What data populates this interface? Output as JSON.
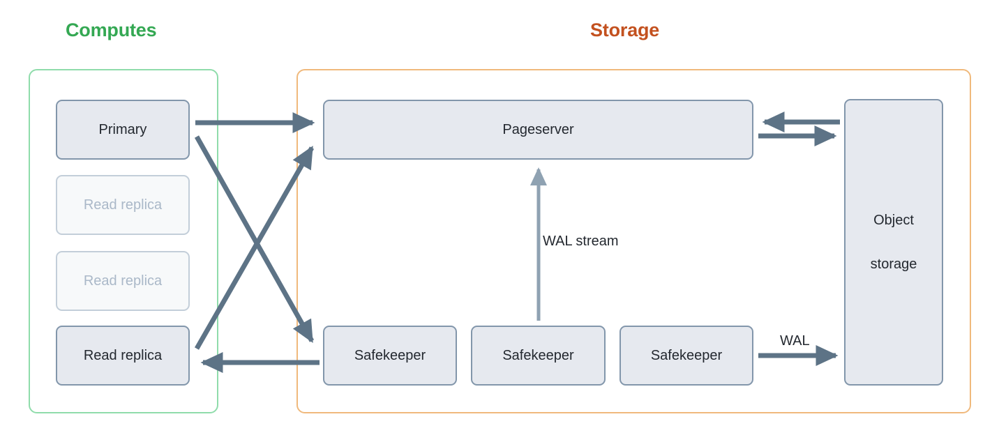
{
  "diagram": {
    "title_computes": "Computes",
    "title_storage": "Storage",
    "colors": {
      "computes_accent": "#34a853",
      "storage_accent": "#c3511f",
      "computes_border": "#8fdcab",
      "storage_border": "#f0b97c",
      "node_fill": "#e6e9ef",
      "node_border": "#8296ab",
      "node_text": "#23282f",
      "node_dim_fill": "#f7f9fa",
      "node_dim_border": "#c3ced9",
      "node_dim_text": "#aab8c8",
      "arrow": "#5d7386",
      "arrow_light": "#8fa2b2"
    },
    "computes": {
      "nodes": [
        {
          "label": "Primary",
          "state": "active"
        },
        {
          "label": "Read replica",
          "state": "inactive"
        },
        {
          "label": "Read replica",
          "state": "inactive"
        },
        {
          "label": "Read replica",
          "state": "active"
        }
      ]
    },
    "storage": {
      "pageserver": {
        "label": "Pageserver"
      },
      "safekeepers": [
        {
          "label": "Safekeeper"
        },
        {
          "label": "Safekeeper"
        },
        {
          "label": "Safekeeper"
        }
      ],
      "object_storage": {
        "line1": "Object",
        "line2": "storage"
      }
    },
    "edge_labels": {
      "wal_stream": "WAL stream",
      "wal": "WAL"
    },
    "connections": [
      {
        "from": "Primary",
        "to": "Pageserver",
        "label": ""
      },
      {
        "from": "Primary",
        "to": "Safekeeper",
        "label": ""
      },
      {
        "from": "Read replica",
        "to": "Pageserver",
        "label": ""
      },
      {
        "from": "Safekeeper",
        "to": "Read replica",
        "label": ""
      },
      {
        "from": "Safekeeper",
        "to": "Pageserver",
        "label": "WAL stream"
      },
      {
        "from": "Safekeeper",
        "to": "Object storage",
        "label": "WAL"
      },
      {
        "from": "Object storage",
        "to": "Pageserver",
        "label": ""
      },
      {
        "from": "Pageserver",
        "to": "Object storage",
        "label": ""
      }
    ]
  }
}
